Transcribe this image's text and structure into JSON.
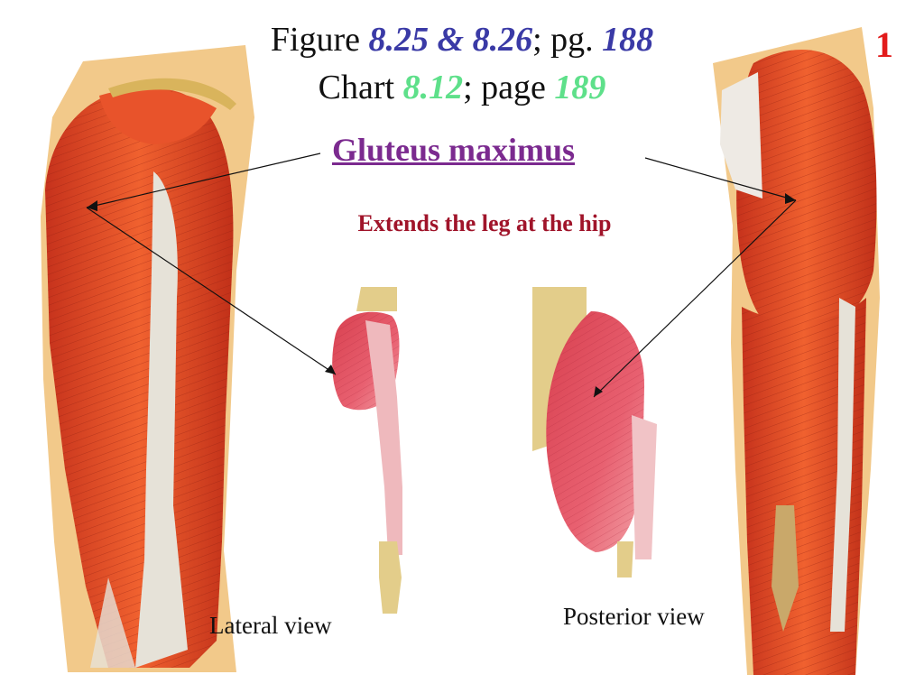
{
  "header": {
    "figure_prefix": "Figure ",
    "figure_refs": "8.25 & 8.26",
    "figure_sep": "; pg. ",
    "figure_page": "188",
    "chart_prefix": "Chart ",
    "chart_ref": "8.12",
    "chart_sep": "; page ",
    "chart_page": "189"
  },
  "slide_number": "1",
  "muscle": {
    "name": "Gluteus maximus",
    "function": "Extends the leg at the hip"
  },
  "captions": {
    "lateral": "Lateral view",
    "posterior": "Posterior view"
  },
  "colors": {
    "muscle_red": "#e2452a",
    "muscle_pink": "#e05a6a",
    "tendon": "#e8e4dc",
    "bone": "#e8d49a",
    "skin": "#f2c98a"
  }
}
